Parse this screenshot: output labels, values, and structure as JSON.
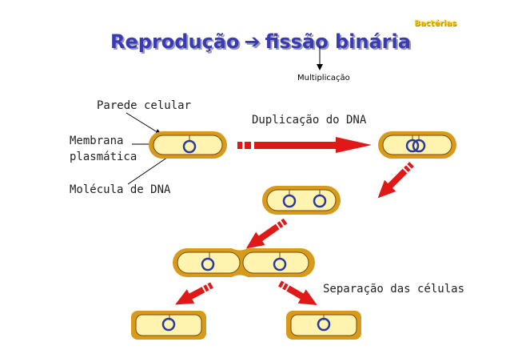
{
  "corner_label": "Bactérias",
  "title": {
    "left": "Reprodução",
    "arrow": "➔",
    "right": "fissão binária"
  },
  "subtitle": "Multiplicação",
  "labels": {
    "cell_wall": "Parede celular",
    "plasma_membrane_line1": "Membrana",
    "plasma_membrane_line2": "plasmática",
    "dna_molecule": "Molécula de DNA",
    "dna_duplication": "Duplicação do DNA",
    "cell_separation": "Separação das células"
  },
  "colors": {
    "cell_wall": "#d79a1a",
    "cytoplasm": "#fff3b0",
    "membrane": "#7a4a10",
    "dna_ring": "#2a3a9a",
    "arrow": "#e01818",
    "title": "#3a3ab4",
    "corner_label": "#ffd200"
  }
}
